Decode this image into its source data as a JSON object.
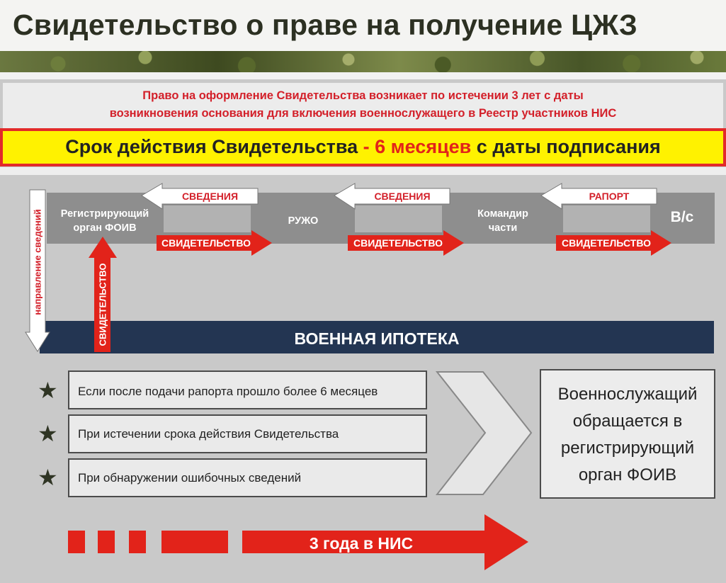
{
  "title": "Свидетельство о праве на получение ЦЖЗ",
  "info": {
    "line1": "Право на оформление Свидетельства возникает по истечении 3 лет с даты",
    "line2": "возникновения основания для включения военнослужащего в Реестр участников НИС"
  },
  "validity": {
    "prefix": "Срок действия Свидетельства ",
    "highlight": "- 6 месяцев",
    "suffix": " с даты подписания"
  },
  "flow": {
    "nodes": {
      "registrar_line1": "Регистрирующий",
      "registrar_line2": "орган ФОИВ",
      "ruzho": "РУЖО",
      "commander_line1": "Командир",
      "commander_line2": "части",
      "serviceman": "В/с"
    },
    "arrows": {
      "info1": "СВЕДЕНИЯ",
      "info2": "СВЕДЕНИЯ",
      "report": "РАПОРТ",
      "cert1": "СВИДЕТЕЛЬСТВО",
      "cert2": "СВИДЕТЕЛЬСТВО",
      "cert3": "СВИДЕТЕЛЬСТВО",
      "vertical_down": "направление сведений",
      "vertical_up": "СВИДЕТЕЛЬСТВО"
    }
  },
  "mortgage_band": "ВОЕННАЯ ИПОТЕКА",
  "conditions": [
    "Если после подачи рапорта прошло более 6 месяцев",
    "При истечении срока действия Свидетельства",
    "При обнаружении ошибочных сведений"
  ],
  "star_icon": "★",
  "result": {
    "line1": "Военнослужащий",
    "line2": "обращается в",
    "line3": "регистрирующий",
    "line4": "орган ФОИВ"
  },
  "timeline": "3 года в НИС",
  "colors": {
    "accent_red": "#e2231a",
    "highlight_yellow": "#fff200",
    "navy": "#233552"
  }
}
